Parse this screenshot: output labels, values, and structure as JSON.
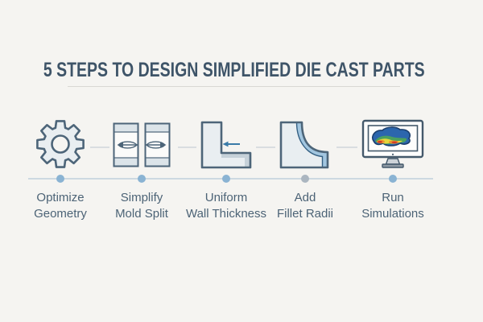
{
  "title": "5 STEPS TO DESIGN SIMPLIFIED DIE CAST PARTS",
  "colors": {
    "background": "#f5f4f1",
    "title_text": "#3e5468",
    "label_text": "#4c6376",
    "icon_outline": "#4d6579",
    "icon_fill": "#e9eef1",
    "timeline_line": "#cdd9e1",
    "timeline_dot": "#8ab3d3",
    "timeline_dot_muted": "#abb6c0",
    "accent_arrow_blue": "#3a7ba8",
    "fillet_highlight_blue": "#a2c6e0",
    "simulation_heatmap_colors": [
      "#2c66ad",
      "#4ba05e",
      "#e5d63c",
      "#ec8f2e",
      "#cf3a27"
    ]
  },
  "steps": [
    {
      "icon": "gear-icon",
      "label_lines": [
        "Optimize",
        "Geometry"
      ],
      "dot_state": "active"
    },
    {
      "icon": "mold-split-icon",
      "label_lines": [
        "Simplify",
        "Mold Split"
      ],
      "dot_state": "active"
    },
    {
      "icon": "wall-thickness-icon",
      "label_lines": [
        "Uniform",
        "Wall Thickness"
      ],
      "dot_state": "active"
    },
    {
      "icon": "fillet-radii-icon",
      "label_lines": [
        "Add",
        "Fillet Radii"
      ],
      "dot_state": "muted"
    },
    {
      "icon": "simulation-monitor-icon",
      "label_lines": [
        "Run",
        "Simulations"
      ],
      "dot_state": "active"
    }
  ]
}
